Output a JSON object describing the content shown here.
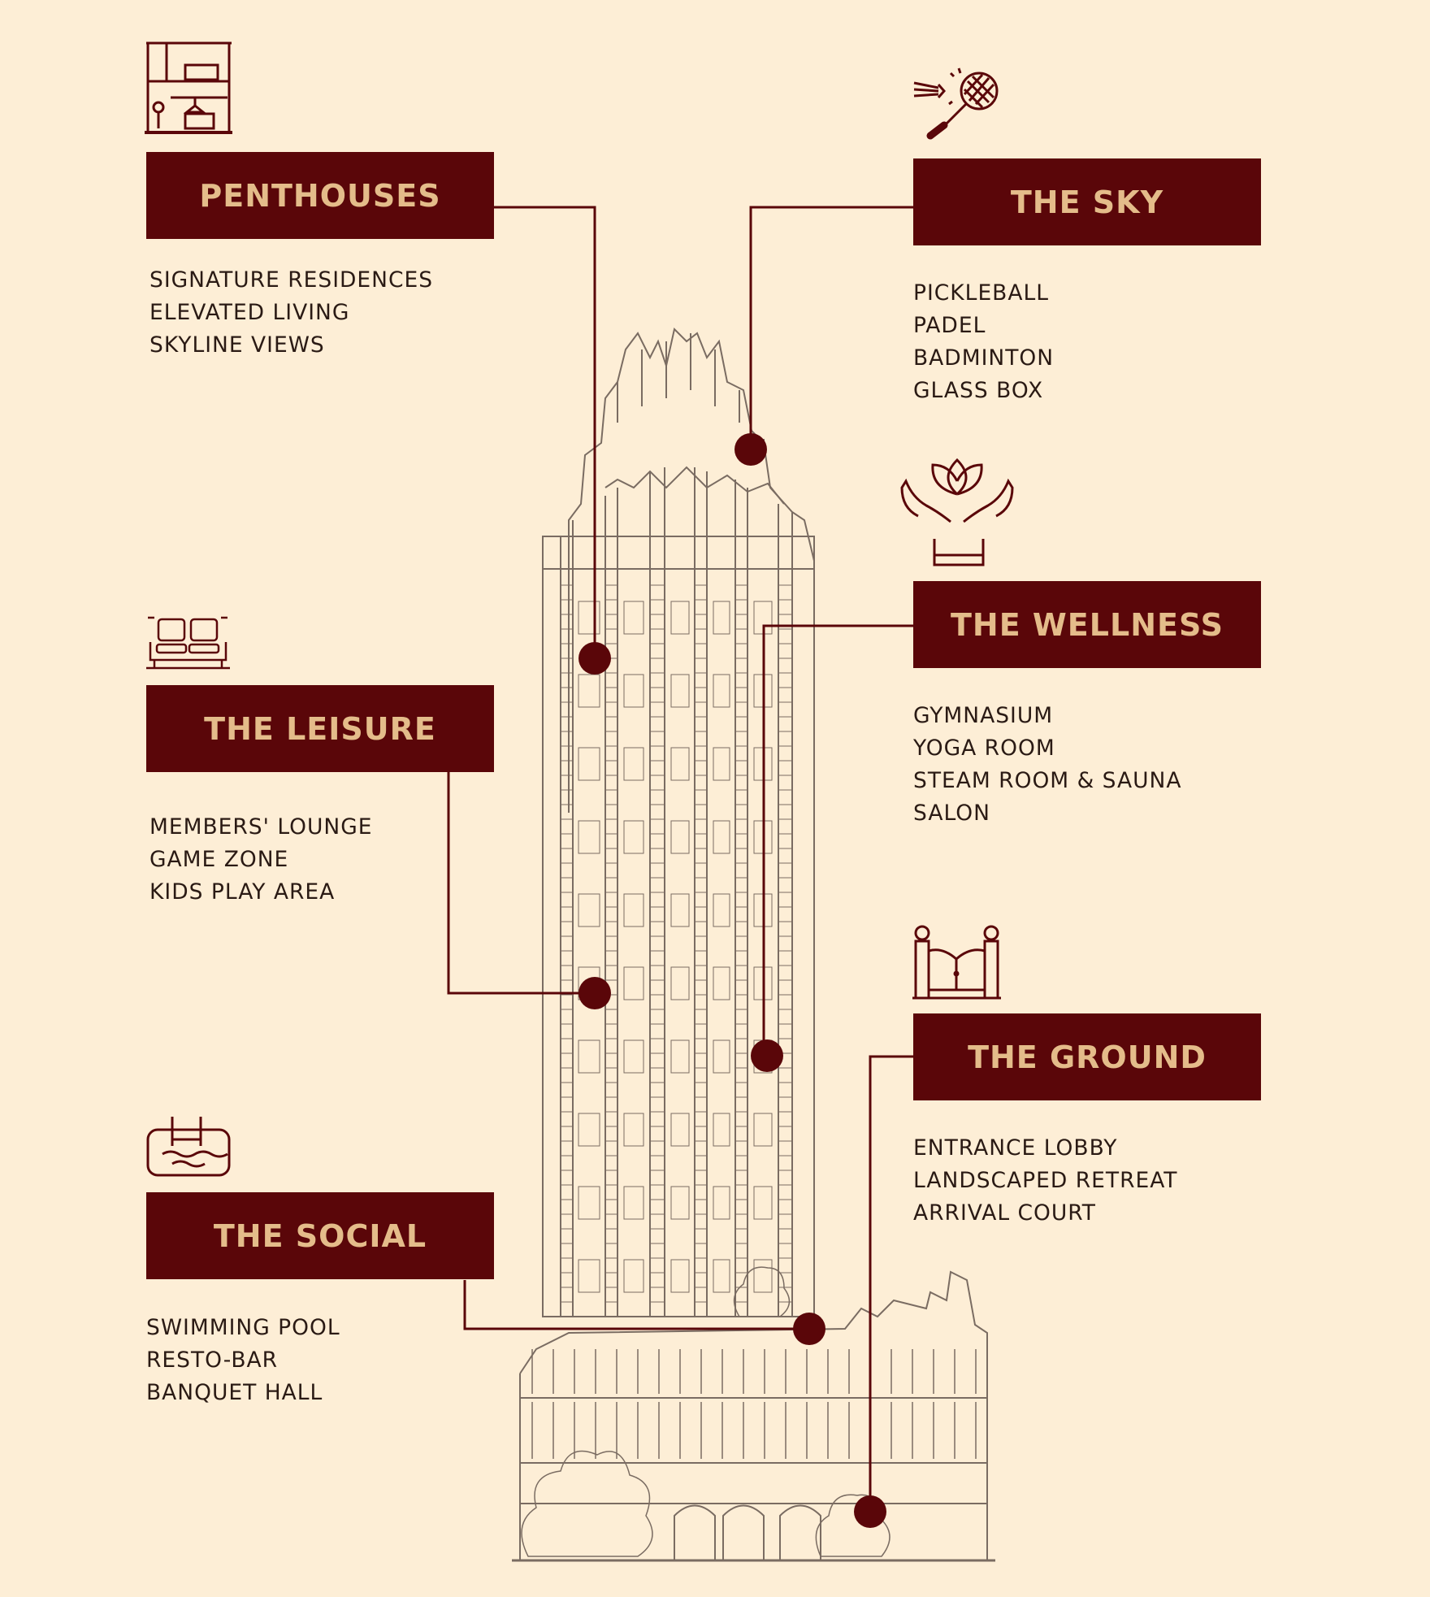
{
  "colors": {
    "background": "#fdeed6",
    "label_fill": "#5a0609",
    "label_text": "#e4bc8a",
    "line": "#5a0609",
    "item_text": "#2a1a14",
    "sketch": "#7a6c62"
  },
  "sections": [
    {
      "id": "penthouses",
      "title": "PENTHOUSES",
      "icon": "penthouse-building-icon",
      "items": [
        "SIGNATURE RESIDENCES",
        "ELEVATED LIVING",
        "SKYLINE VIEWS"
      ]
    },
    {
      "id": "sky",
      "title": "THE SKY",
      "icon": "badminton-racket-shuttlecock-icon",
      "items": [
        "PICKLEBALL",
        "PADEL",
        "BADMINTON",
        "GLASS BOX"
      ]
    },
    {
      "id": "wellness",
      "title": "THE WELLNESS",
      "icon": "lotus-hands-icon",
      "items": [
        "GYMNASIUM",
        "YOGA ROOM",
        "STEAM ROOM & SAUNA",
        "SALON"
      ]
    },
    {
      "id": "leisure",
      "title": "THE LEISURE",
      "icon": "lounge-sofa-icon",
      "items": [
        "MEMBERS' LOUNGE",
        "GAME ZONE",
        "KIDS PLAY AREA"
      ]
    },
    {
      "id": "ground",
      "title": "THE GROUND",
      "icon": "entrance-gate-icon",
      "items": [
        "ENTRANCE LOBBY",
        "LANDSCAPED RETREAT",
        "ARRIVAL COURT"
      ]
    },
    {
      "id": "social",
      "title": "THE SOCIAL",
      "icon": "swimming-pool-ladder-icon",
      "items": [
        "SWIMMING POOL",
        "RESTO-BAR",
        "BANQUET HALL"
      ]
    }
  ],
  "illustration": {
    "subject": "tower-building-sketch"
  }
}
